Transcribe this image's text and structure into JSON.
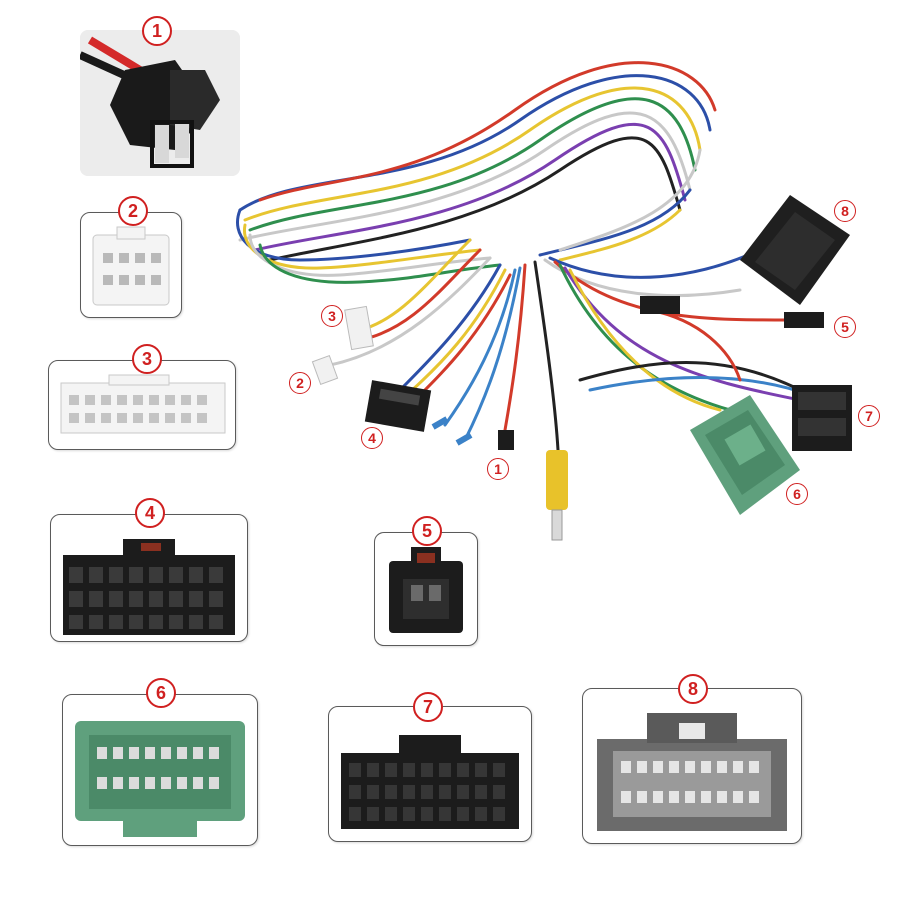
{
  "connectors": [
    {
      "label": "1"
    },
    {
      "label": "2"
    },
    {
      "label": "3"
    },
    {
      "label": "4"
    },
    {
      "label": "5"
    },
    {
      "label": "6"
    },
    {
      "label": "7"
    },
    {
      "label": "8"
    }
  ],
  "colors": {
    "badge": "#d02020",
    "connector_black": "#1c1c1c",
    "connector_green": "#5fa07d",
    "connector_gray": "#6b6b6b",
    "connector_white": "#f4f4f4",
    "rca_yellow": "#e8c22a"
  }
}
